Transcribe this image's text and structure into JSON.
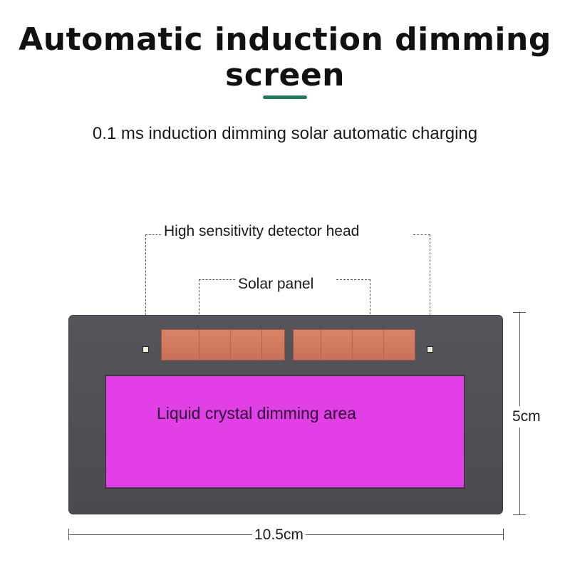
{
  "title": {
    "line1": "Automatic induction dimming",
    "line2": "screen",
    "underline_color": "#1f7a5c"
  },
  "subtitle": "0.1 ms induction dimming solar automatic charging",
  "diagram": {
    "callouts": {
      "detector_head": "High sensitivity detector head",
      "solar_panel": "Solar panel"
    },
    "lcd_area_label": "Liquid crystal dimming area",
    "dimensions": {
      "height": "5cm",
      "width": "10.5cm"
    },
    "colors": {
      "frame": "#4f4f55",
      "solar_panel": "#d07a5f",
      "lcd_area": "#e040e6",
      "sensor": "#f3efd6"
    }
  }
}
